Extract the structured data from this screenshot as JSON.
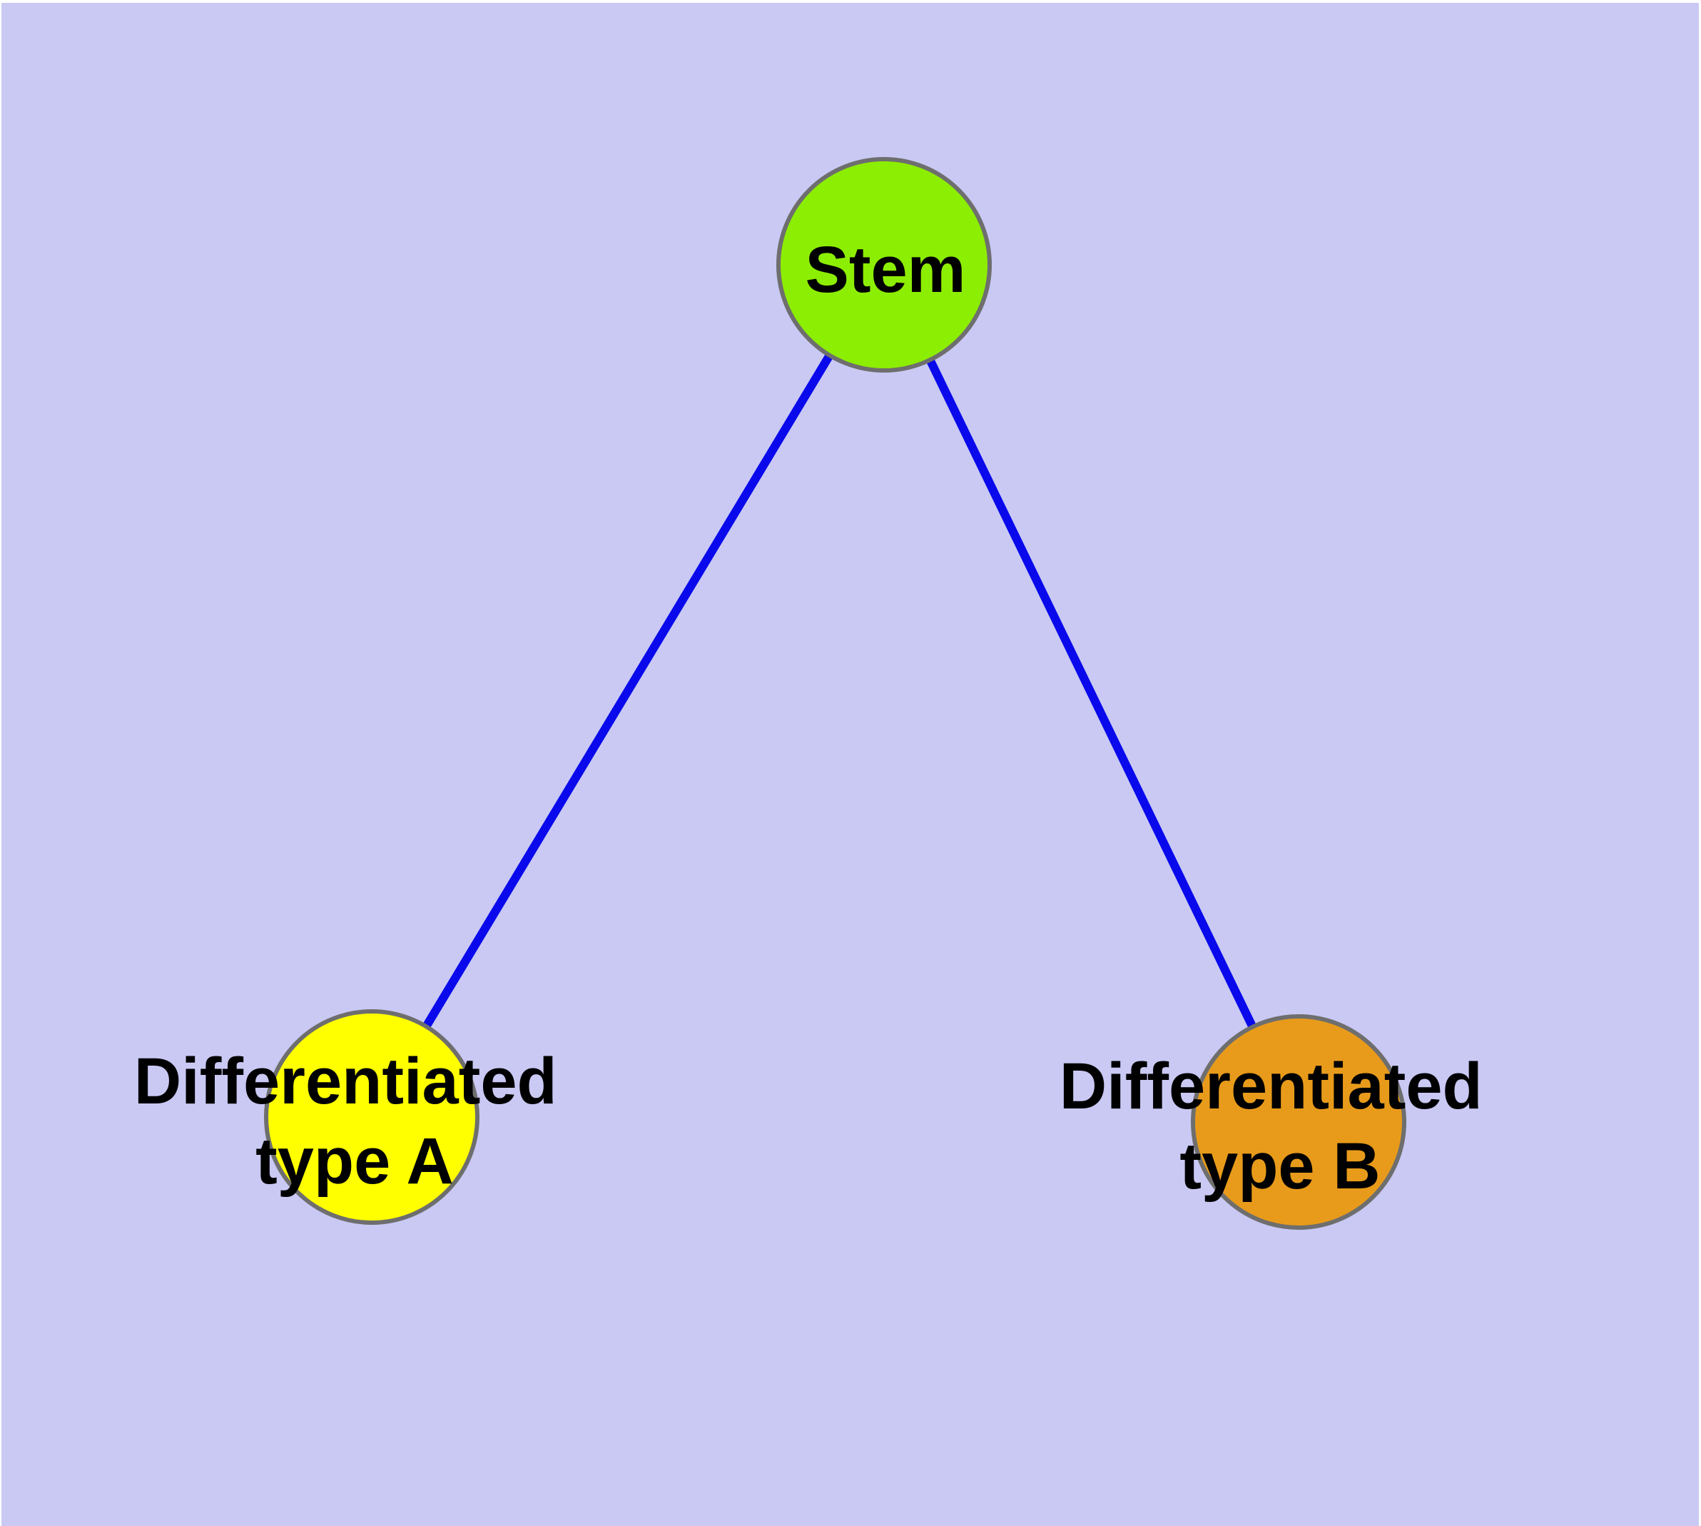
{
  "canvas": {
    "page_color": "#FFFFFF",
    "background_color": "#C9C9F4"
  },
  "edges": {
    "color": "#0909EC",
    "items": [
      {
        "from": "Stem",
        "to": "Differentiated type A"
      },
      {
        "from": "Stem",
        "to": "Differentiated type B"
      }
    ]
  },
  "nodes": {
    "border_color": "#6E6E6E",
    "label_color": "#000000",
    "stem": {
      "label": "Stem",
      "fill_color": "#8CEE02"
    },
    "type_a": {
      "label_line1": "Differentiated",
      "label_line2": "type A",
      "fill_color": "#FFFF00"
    },
    "type_b": {
      "label_line1": "Differentiated",
      "label_line2": "type B",
      "fill_color": "#E89B1A"
    }
  }
}
